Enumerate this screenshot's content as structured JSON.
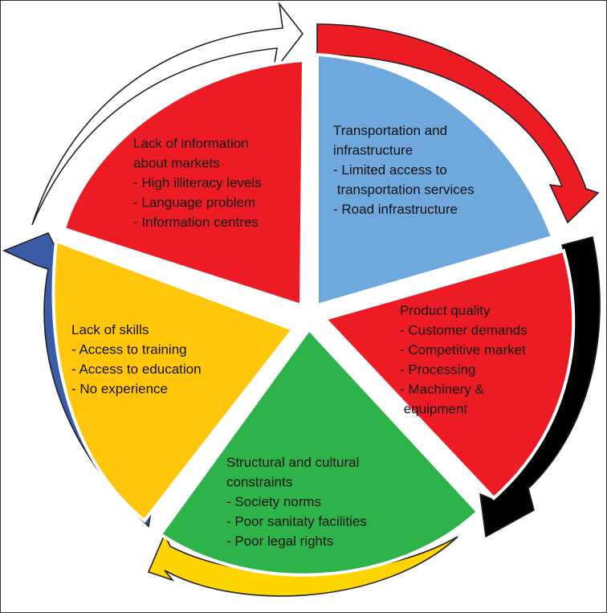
{
  "segments": [
    {
      "id": "information",
      "color": "#ed1c24",
      "lines": [
        "Lack of information",
        "about markets",
        "- High illiteracy levels",
        "- Language problem",
        "- Information centres"
      ]
    },
    {
      "id": "transportation",
      "color": "#6fa8dc",
      "lines": [
        "Transportation and",
        "infrastructure",
        "- Limited access to",
        "  transportation services",
        "- Road infrastructure"
      ]
    },
    {
      "id": "product-quality",
      "color": "#ed1c24",
      "lines": [
        "Product quality",
        "- Customer demands",
        "- Competitive market",
        "- Processing",
        "- Machinery &",
        "  equipment"
      ]
    },
    {
      "id": "structural-cultural",
      "color": "#2db34a",
      "lines": [
        "Structural and cultural",
        "constraints",
        "- Society norms",
        "- Poor sanitaty facilities",
        "- Poor legal rights"
      ]
    },
    {
      "id": "skills",
      "color": "#ffc60b",
      "lines": [
        "Lack of skills",
        "- Access to training",
        "- Access to education",
        "- No experience"
      ]
    }
  ],
  "arrows": [
    {
      "id": "white",
      "color": "#ffffff"
    },
    {
      "id": "red",
      "color": "#ed1c24"
    },
    {
      "id": "black",
      "color": "#000000"
    },
    {
      "id": "yellow",
      "color": "#ffd500"
    },
    {
      "id": "blue",
      "color": "#3a5ba6"
    }
  ]
}
